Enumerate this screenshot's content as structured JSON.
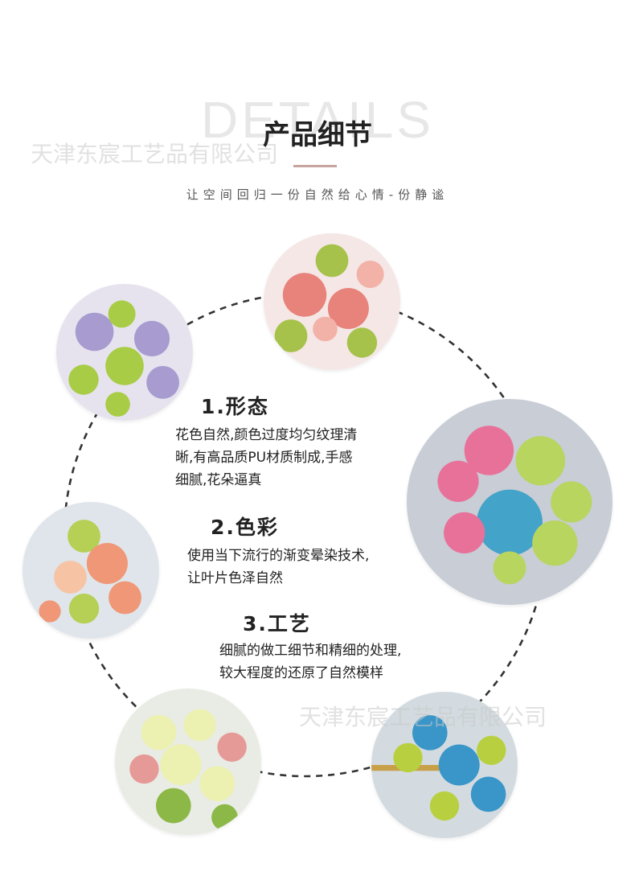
{
  "header": {
    "bg_text": "DETAILS",
    "title": "产品细节",
    "subtitle": "让空间回归一份自然给心情-份静谧",
    "accent_color": "#c6a4a0"
  },
  "watermarks": {
    "top": "天津东宸工艺品有限公司",
    "bottom": "天津东宸工艺品有限公司"
  },
  "sections": [
    {
      "heading": "1.形态",
      "lines": [
        "花色自然,颜色过度均匀纹理清",
        "晰,有高品质PU材质制成,手感",
        "细腻,花朵逼真"
      ]
    },
    {
      "heading": "2.色彩",
      "lines": [
        "使用当下流行的渐变晕染技术,",
        "让叶片色泽自然"
      ]
    },
    {
      "heading": "3.工艺",
      "lines": [
        "细腻的做工细节和精细的处理,",
        "较大程度的还原了自然模样"
      ]
    }
  ],
  "photos": [
    {
      "name": "pink-flowers-photo",
      "colors": [
        "#f4e7e6",
        "#e8837c",
        "#a6c24a",
        "#f2b2a8"
      ]
    },
    {
      "name": "purple-flowers-photo",
      "colors": [
        "#e6e3ee",
        "#a79bd0",
        "#a8cc45",
        "#f0ede6"
      ]
    },
    {
      "name": "mixed-bouquet-photo",
      "colors": [
        "#c8cdd6",
        "#e8719a",
        "#44a3c8",
        "#b8d560"
      ]
    },
    {
      "name": "orange-flowers-photo",
      "colors": [
        "#dfe5ea",
        "#ef9776",
        "#b6cf55",
        "#f6c4a4"
      ]
    },
    {
      "name": "yellow-daisies-photo",
      "colors": [
        "#e9ece4",
        "#ecf0b0",
        "#8cb848",
        "#e69a98"
      ]
    },
    {
      "name": "blue-daisies-photo",
      "colors": [
        "#d3dbe0",
        "#3a96c8",
        "#b8d040",
        "#c8a048"
      ]
    }
  ]
}
